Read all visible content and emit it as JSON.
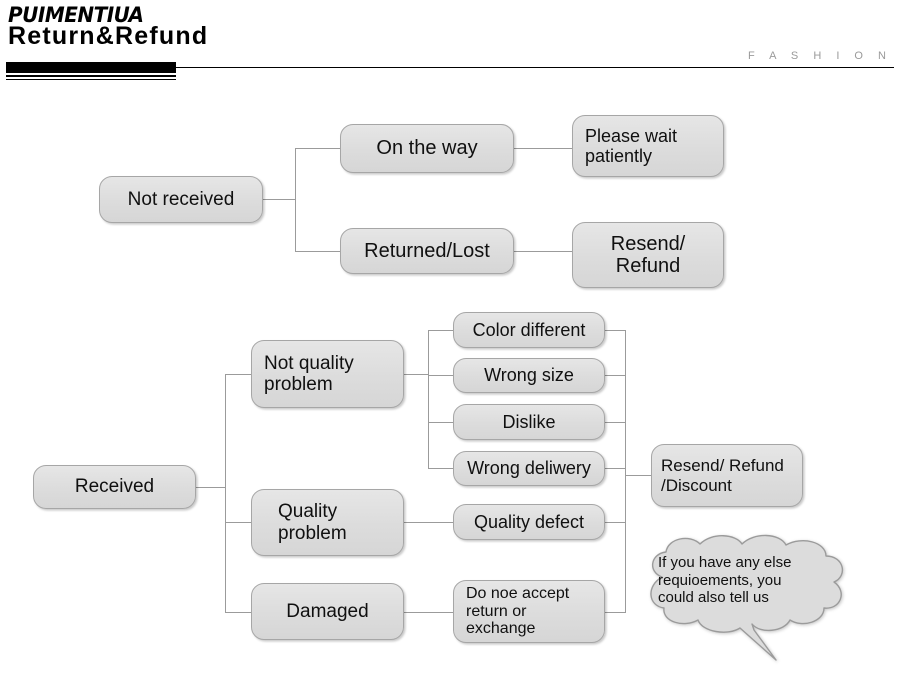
{
  "header": {
    "brand": "PUIMENTIUA",
    "title": "Return&Refund",
    "tagline": "F A S H I O N"
  },
  "chart_data": {
    "type": "diagram",
    "title": "Return&Refund",
    "nodes": [
      {
        "id": "not-received",
        "label": "Not received",
        "level": 1
      },
      {
        "id": "on-the-way",
        "label": "On the way",
        "level": 2
      },
      {
        "id": "please-wait",
        "label": "Please wait\npatiently",
        "level": 3
      },
      {
        "id": "returned-lost",
        "label": "Returned/Lost",
        "level": 2
      },
      {
        "id": "resend-refund",
        "label": "Resend/\nRefund",
        "level": 3
      },
      {
        "id": "received",
        "label": "Received",
        "level": 1
      },
      {
        "id": "not-quality",
        "label": "Not quality\nproblem",
        "level": 2
      },
      {
        "id": "quality-problem",
        "label": "Quality\nproblem",
        "level": 2
      },
      {
        "id": "damaged",
        "label": "Damaged",
        "level": 2
      },
      {
        "id": "color-different",
        "label": "Color different",
        "level": 3
      },
      {
        "id": "wrong-size",
        "label": "Wrong size",
        "level": 3
      },
      {
        "id": "dislike",
        "label": "Dislike",
        "level": 3
      },
      {
        "id": "wrong-deliwery",
        "label": "Wrong deliwery",
        "level": 3
      },
      {
        "id": "quality-defect",
        "label": "Quality defect",
        "level": 3
      },
      {
        "id": "do-not-accept",
        "label": "Do noe accept\nreturn or\nexchange",
        "level": 3
      },
      {
        "id": "resend-refund-discount",
        "label": "Resend/ Refund\n/Discount",
        "level": 4
      }
    ],
    "edges": [
      [
        "not-received",
        "on-the-way"
      ],
      [
        "not-received",
        "returned-lost"
      ],
      [
        "on-the-way",
        "please-wait"
      ],
      [
        "returned-lost",
        "resend-refund"
      ],
      [
        "received",
        "not-quality"
      ],
      [
        "received",
        "quality-problem"
      ],
      [
        "received",
        "damaged"
      ],
      [
        "not-quality",
        "color-different"
      ],
      [
        "not-quality",
        "wrong-size"
      ],
      [
        "not-quality",
        "dislike"
      ],
      [
        "not-quality",
        "wrong-deliwery"
      ],
      [
        "quality-problem",
        "quality-defect"
      ],
      [
        "damaged",
        "do-not-accept"
      ],
      [
        "color-different",
        "resend-refund-discount"
      ],
      [
        "wrong-size",
        "resend-refund-discount"
      ],
      [
        "dislike",
        "resend-refund-discount"
      ],
      [
        "wrong-deliwery",
        "resend-refund-discount"
      ],
      [
        "quality-defect",
        "resend-refund-discount"
      ],
      [
        "do-not-accept",
        "resend-refund-discount"
      ]
    ],
    "callout": "If you have any else\nrequioements, you\ncould also tell us"
  },
  "colors": {
    "node_fill": "#dcdcdc",
    "node_border": "#a6a6a6",
    "connector": "#9b9b9b",
    "text": "#101010",
    "rule": "#000000",
    "tagline": "#9a9a9a"
  }
}
